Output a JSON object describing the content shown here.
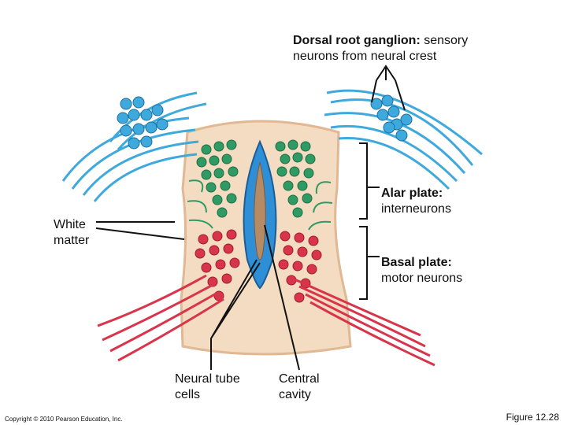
{
  "labels": {
    "dorsal_root_title": "Dorsal root ganglion:",
    "dorsal_root_desc": "sensory",
    "dorsal_root_line2": "neurons from neural crest",
    "alar_title": "Alar plate:",
    "alar_desc": "interneurons",
    "basal_title": "Basal plate:",
    "basal_desc": "motor neurons",
    "white_matter_1": "White",
    "white_matter_2": "matter",
    "neural_tube_1": "Neural tube",
    "neural_tube_2": "cells",
    "central_1": "Central",
    "central_2": "cavity"
  },
  "footer": {
    "copyright": "Copyright © 2010 Pearson Education, Inc.",
    "figure": "Figure 12.28"
  },
  "colors": {
    "tissue": "#f3dcc2",
    "tissue_edge": "#e0b894",
    "sensory_blue": "#3ea9dc",
    "tube_blue": "#2f8fd6",
    "cavity": "#b58b66",
    "inter_green": "#2f9a63",
    "motor_red": "#d8344a",
    "leader": "#111111"
  }
}
